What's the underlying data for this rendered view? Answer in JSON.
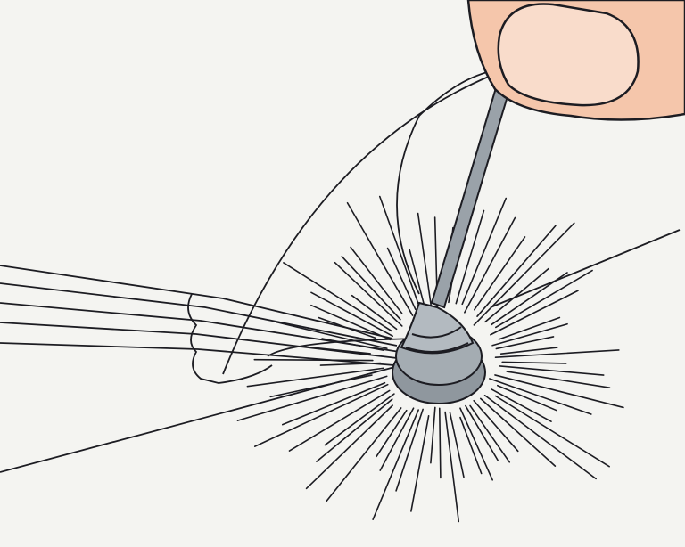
{
  "colors": {
    "background": "#f4f4f1",
    "skin": "#f5c6ab",
    "skin_shade": "#eeb196",
    "nail": "#f9dccb",
    "metal": "#8f979e",
    "metal_light": "#b3bac0",
    "line": "#1c1c22"
  },
  "icons": {
    "finger": "finger-illustration",
    "needle": "needle-illustration",
    "coil": "metal-coil-illustration"
  }
}
